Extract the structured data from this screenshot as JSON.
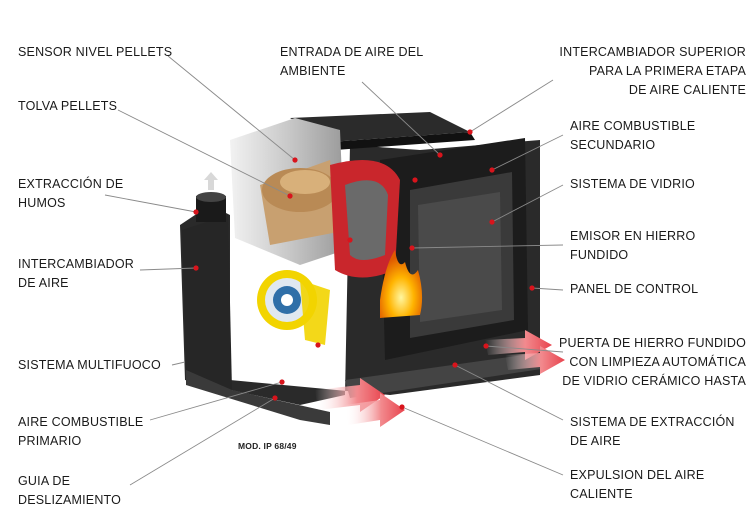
{
  "labels_left": [
    {
      "lines": [
        "SENSOR NIVEL PELLETS"
      ]
    },
    {
      "lines": [
        "TOLVA PELLETS"
      ]
    },
    {
      "lines": [
        "EXTRACCIÓN DE",
        "HUMOS"
      ]
    },
    {
      "lines": [
        "INTERCAMBIADOR",
        "DE AIRE"
      ]
    },
    {
      "lines": [
        "SISTEMA MULTIFUOCO"
      ]
    },
    {
      "lines": [
        "AIRE COMBUSTIBLE",
        "PRIMARIO"
      ]
    },
    {
      "lines": [
        "GUIA DE",
        "DESLIZAMIENTO"
      ]
    }
  ],
  "label_top": {
    "lines": [
      "ENTRADA DE AIRE DEL",
      "AMBIENTE"
    ]
  },
  "labels_right": [
    {
      "lines": [
        "INTERCAMBIADOR  SUPERIOR",
        "PARA LA PRIMERA ETAPA",
        "DE AIRE CALIENTE"
      ]
    },
    {
      "lines": [
        "AIRE COMBUSTIBLE",
        "SECUNDARIO"
      ]
    },
    {
      "lines": [
        "SISTEMA DE VIDRIO"
      ]
    },
    {
      "lines": [
        "EMISOR EN HIERRO",
        "FUNDIDO"
      ]
    },
    {
      "lines": [
        "PANEL DE CONTROL"
      ]
    },
    {
      "lines": [
        "PUERTA DE HIERRO FUNDIDO",
        "CON LIMPIEZA AUTOMÁTICA",
        "DE VIDRIO CERÁMICO HASTA"
      ]
    },
    {
      "lines": [
        "SISTEMA DE EXTRACCIÓN",
        "DE AIRE"
      ]
    },
    {
      "lines": [
        "EXPULSION DEL AIRE",
        "CALIENTE"
      ]
    }
  ],
  "model_label": "MOD. IP 68/49",
  "colors": {
    "marker": "#d8141c",
    "leader": "#8a8a8a",
    "hot_air": "#e8434d",
    "fan": "#f2d400"
  }
}
